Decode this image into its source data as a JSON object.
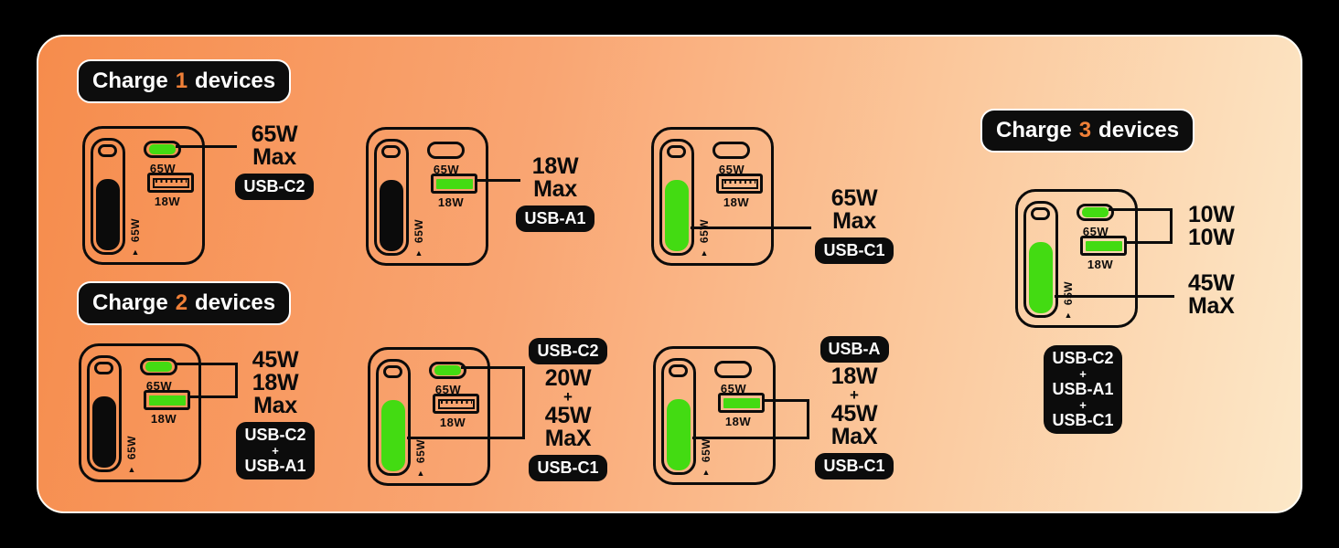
{
  "headings": [
    {
      "prefix": "Charge",
      "count": "1",
      "suffix": "devices"
    },
    {
      "prefix": "Charge",
      "count": "2",
      "suffix": "devices"
    },
    {
      "prefix": "Charge",
      "count": "3",
      "suffix": "devices"
    }
  ],
  "charger_labels": {
    "usbc2_watt": "65W",
    "usba_watt": "18W",
    "side_watt": "65W",
    "side_arrow": "▲"
  },
  "diagrams": [
    {
      "power_lines": [
        "65W",
        "Max"
      ],
      "tag": "USB-C2"
    },
    {
      "power_lines": [
        "18W",
        "Max"
      ],
      "tag": "USB-A1"
    },
    {
      "power_lines": [
        "65W",
        "Max"
      ],
      "tag": "USB-C1"
    },
    {
      "power_lines": [
        "45W",
        "18W",
        "Max"
      ],
      "tag_lines": [
        "USB-C2",
        "+",
        "USB-A1"
      ]
    },
    {
      "top_tag": "USB-C2",
      "power_lines": [
        "20W",
        "+",
        "45W",
        "MaX"
      ],
      "bottom_tag": "USB-C1"
    },
    {
      "top_tag": "USB-A",
      "power_lines": [
        "18W",
        "+",
        "45W",
        "MaX"
      ],
      "bottom_tag": "USB-C1"
    },
    {
      "power_top": [
        "10W",
        "10W"
      ],
      "power_bottom": [
        "45W",
        "MaX"
      ],
      "tag_lines": [
        "USB-C2",
        "+",
        "USB-A1",
        "+",
        "USB-C1"
      ]
    }
  ],
  "colors": {
    "port_active_green": "#43DB12",
    "heading_digit_orange": "#F08038",
    "panel_gradient_left": "#F68C4C",
    "panel_gradient_right": "#FCE8C8",
    "background": "#000000"
  }
}
